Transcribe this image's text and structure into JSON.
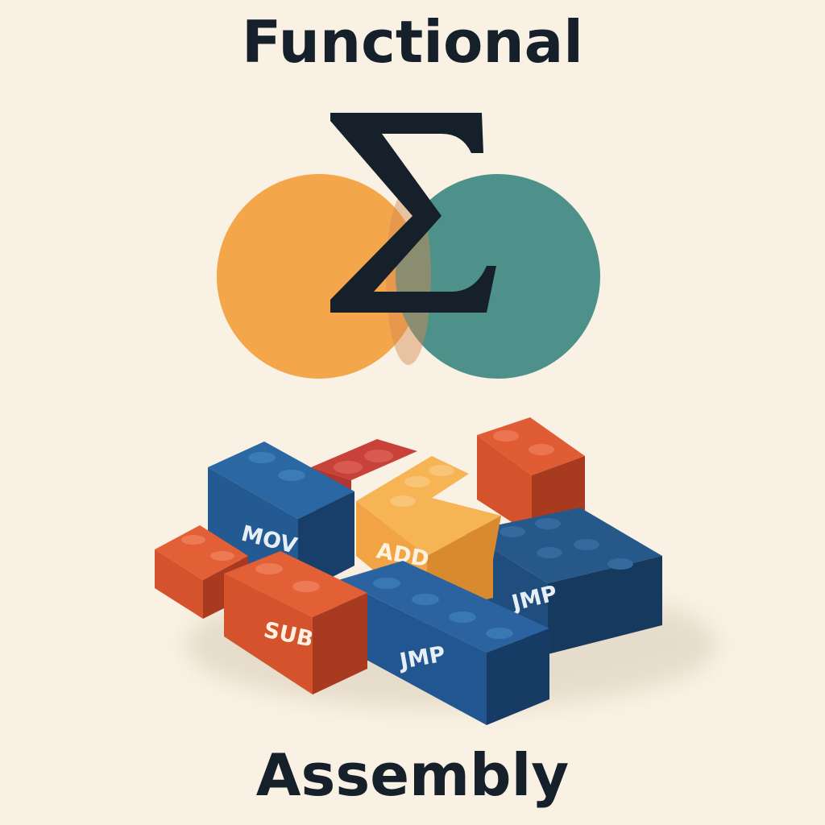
{
  "titles": {
    "top": "Functional",
    "bottom": "Assembly"
  },
  "symbol": {
    "glyph": "Σ",
    "icon": "sigma-icon"
  },
  "bricks": [
    {
      "label": "MOV",
      "color": "blue"
    },
    {
      "label": "ADD",
      "color": "yellow"
    },
    {
      "label": "JMP",
      "color": "blue"
    },
    {
      "label": "SUB",
      "color": "red"
    },
    {
      "label": "JMP",
      "color": "blue"
    }
  ],
  "colors": {
    "background": "#f9f1e3",
    "text": "#15202b",
    "orange_circle": "#f4a64a",
    "teal_circle": "#4e918b",
    "brick_blue": "#1f4e7e",
    "brick_red": "#d4532c",
    "brick_yellow": "#f2a444"
  }
}
